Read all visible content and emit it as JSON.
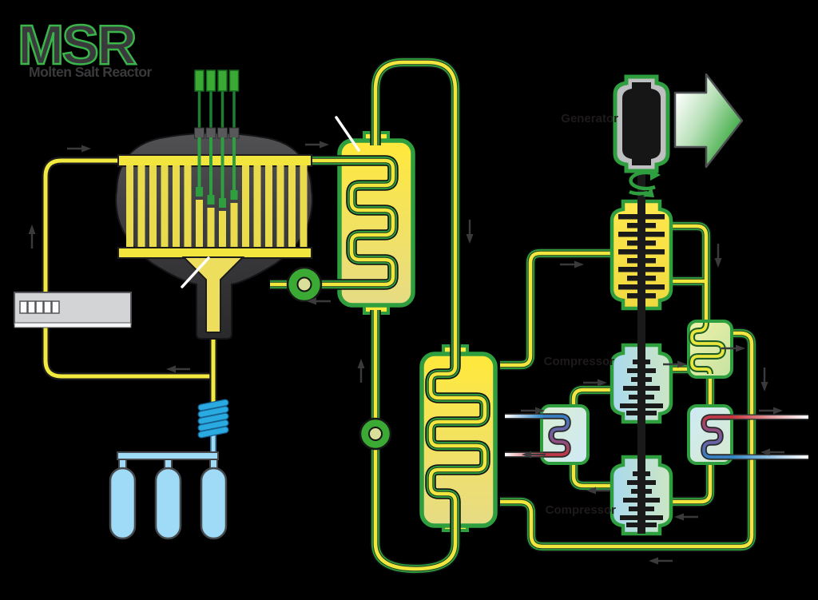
{
  "logo": {
    "title": "MSR",
    "subtitle": "Molten Salt Reactor"
  },
  "hidden_labels": {
    "generator": {
      "text": "Generator"
    },
    "compressor_upper": {
      "text": "Compressor"
    },
    "compressor_lower": {
      "text": "Compressor"
    }
  },
  "colors": {
    "background": "#000000",
    "accent_green": "#39b54a",
    "pipe_green_outline": "#2f9e3f",
    "pipe_yellow": "#f0e63e",
    "salt_channel_yellow": "#e9db4c",
    "water_blue": "#9fdbf7",
    "freeze_plug_cyan": "#29abe2",
    "hot_red": "#c9333b",
    "cold_blue": "#2e86c8",
    "vessel_gray": "#3a3a3c",
    "casing_silver": "#bdbfc1",
    "plant_gray": "#d2d4d6",
    "logo_dark": "#3a3a3c"
  }
}
